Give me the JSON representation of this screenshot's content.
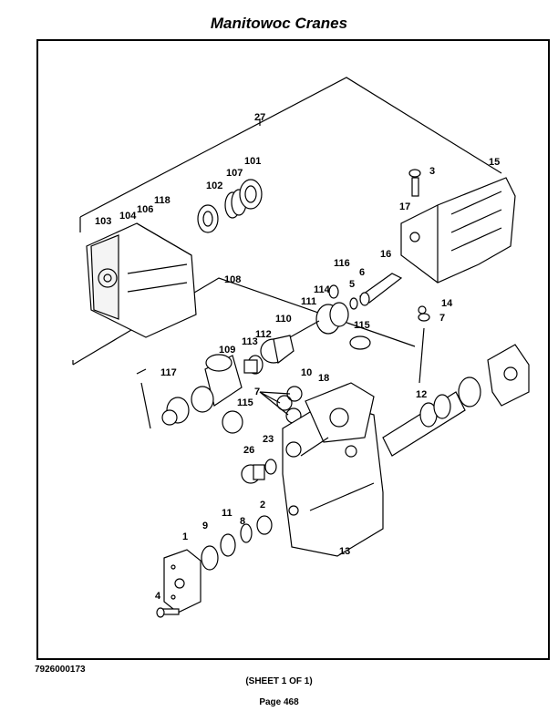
{
  "header": {
    "title": "Manitowoc Cranes"
  },
  "footer": {
    "doc_number": "7926000173",
    "sheet": "(SHEET 1 OF 1)",
    "page": "Page 468"
  },
  "callouts": [
    "27",
    "3",
    "15",
    "17",
    "101",
    "107",
    "102",
    "118",
    "106",
    "104",
    "103",
    "16",
    "116",
    "6",
    "5",
    "114",
    "111",
    "110",
    "14",
    "7",
    "108",
    "115",
    "112",
    "113",
    "109",
    "117",
    "10",
    "18",
    "115",
    "7",
    "12",
    "26",
    "23",
    "2",
    "11",
    "8",
    "9",
    "1",
    "4",
    "13"
  ]
}
